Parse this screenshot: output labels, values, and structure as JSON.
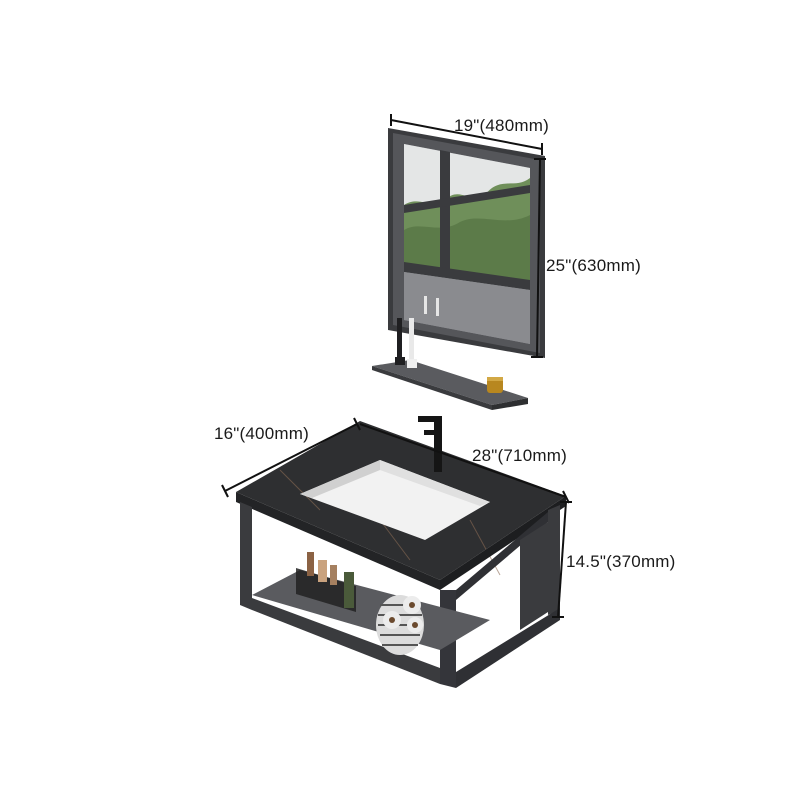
{
  "background": "#ffffff",
  "product": {
    "components": [
      "mirror",
      "shelf",
      "vanity"
    ],
    "colors": {
      "frame": "#3a3b3e",
      "frame_light": "#5a5b5f",
      "countertop": "#2e2f31",
      "basin": "#f2f2f2",
      "shelf": "#4d4e52",
      "glass": "#8f9094",
      "foliage": "#6f8f5a",
      "sky": "#e8eaea"
    }
  },
  "dimensions": {
    "mirror_width": "19\"(480mm)",
    "mirror_height": "25\"(630mm)",
    "vanity_depth": "16\"(400mm)",
    "vanity_width": "28\"(710mm)",
    "vanity_height": "14.5\"(370mm)"
  }
}
